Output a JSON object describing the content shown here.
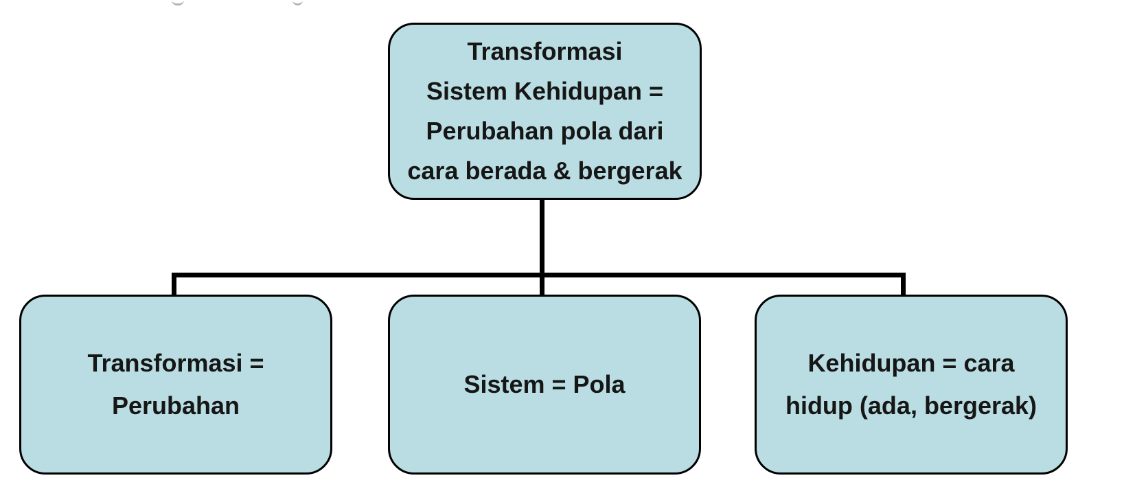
{
  "page": {
    "background_color": "#ffffff"
  },
  "diagram": {
    "type": "hierarchy",
    "colors": {
      "box_fill": "#b9dde2",
      "box_border": "#000000",
      "connector": "#000000",
      "text": "#161616"
    },
    "root": {
      "lines": [
        "Transformasi",
        "Sistem Kehidupan =",
        "Perubahan pola dari",
        "cara berada & bergerak"
      ]
    },
    "children": [
      {
        "lines": [
          "Transformasi =",
          "Perubahan"
        ]
      },
      {
        "lines": [
          "Sistem = Pola"
        ]
      },
      {
        "lines": [
          "Kehidupan = cara",
          "hidup (ada, bergerak)"
        ]
      }
    ]
  }
}
